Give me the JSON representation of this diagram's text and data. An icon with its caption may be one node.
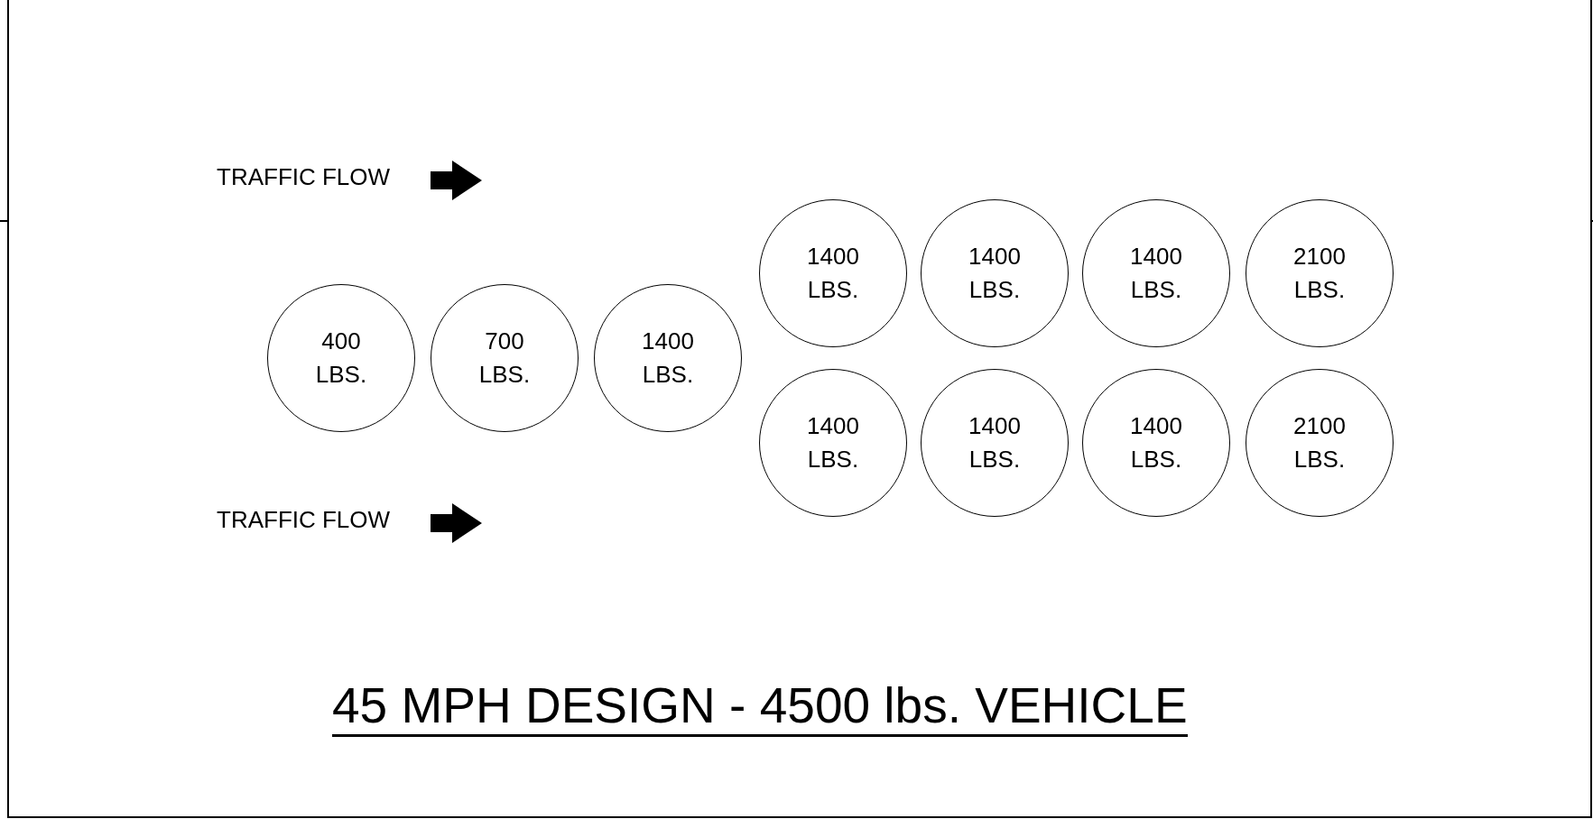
{
  "diagram": {
    "title": "45 MPH DESIGN - 4500 lbs. VEHICLE",
    "nodes": [
      {
        "text": [
          "400 LBS."
        ]
      },
      {
        "text": [
          "700 LBS."
        ]
      },
      {
        "text": [
          "1400 LBS."
        ]
      },
      {
        "text": [
          "1400 LBS."
        ]
      },
      {
        "text": [
          "1400 LBS."
        ]
      },
      {
        "text": [
          "1400 LBS."
        ]
      },
      {
        "text": [
          "2100 LBS."
        ]
      },
      {
        "text": [
          "1400 LBS."
        ]
      },
      {
        "text": [
          "1400 LBS."
        ]
      },
      {
        "text": [
          "1400 LBS."
        ]
      },
      {
        "text": [
          "2100 LBS."
        ]
      }
    ],
    "labels": [
      "TRAFFIC FLOW",
      "TRAFFIC FLOW"
    ]
  }
}
